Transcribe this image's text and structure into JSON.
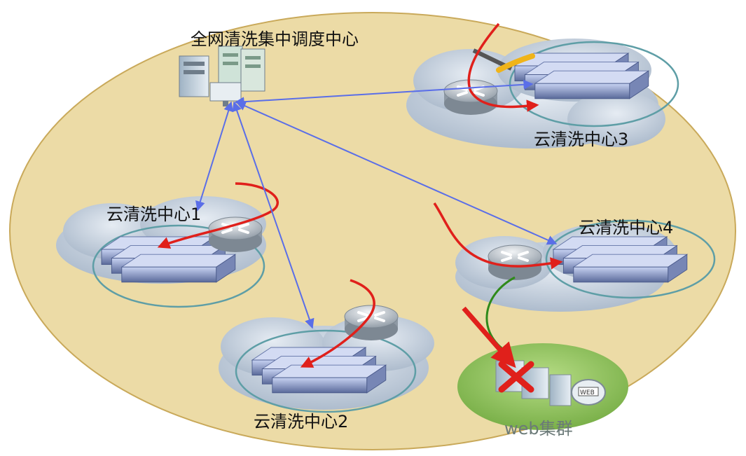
{
  "diagram": {
    "title": "全网清洗集中调度中心",
    "centers": [
      {
        "label": "云清洗中心3"
      },
      {
        "label": "云清洗中心1"
      },
      {
        "label": "云清洗中心4"
      },
      {
        "label": "云清洗中心2"
      }
    ],
    "cluster": {
      "label": "web集群"
    }
  },
  "colors": {
    "background_ellipse": "#ecdba6",
    "ellipse_border": "#c9a95a",
    "link_arrow": "#5a6ee8",
    "attack_flow": "#e0201b",
    "clean_flow": "#2f8a1a",
    "ring": "#5e9ea6",
    "cloud": "#b9c6d6",
    "cluster_green": "#8fc35a"
  }
}
